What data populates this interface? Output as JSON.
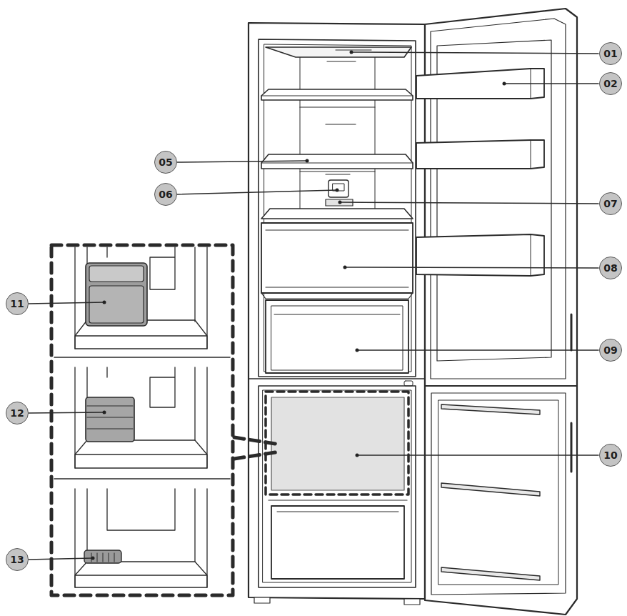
{
  "diagram": {
    "labels": [
      "01",
      "02",
      "05",
      "06",
      "07",
      "08",
      "09",
      "10",
      "11",
      "12",
      "13"
    ]
  }
}
